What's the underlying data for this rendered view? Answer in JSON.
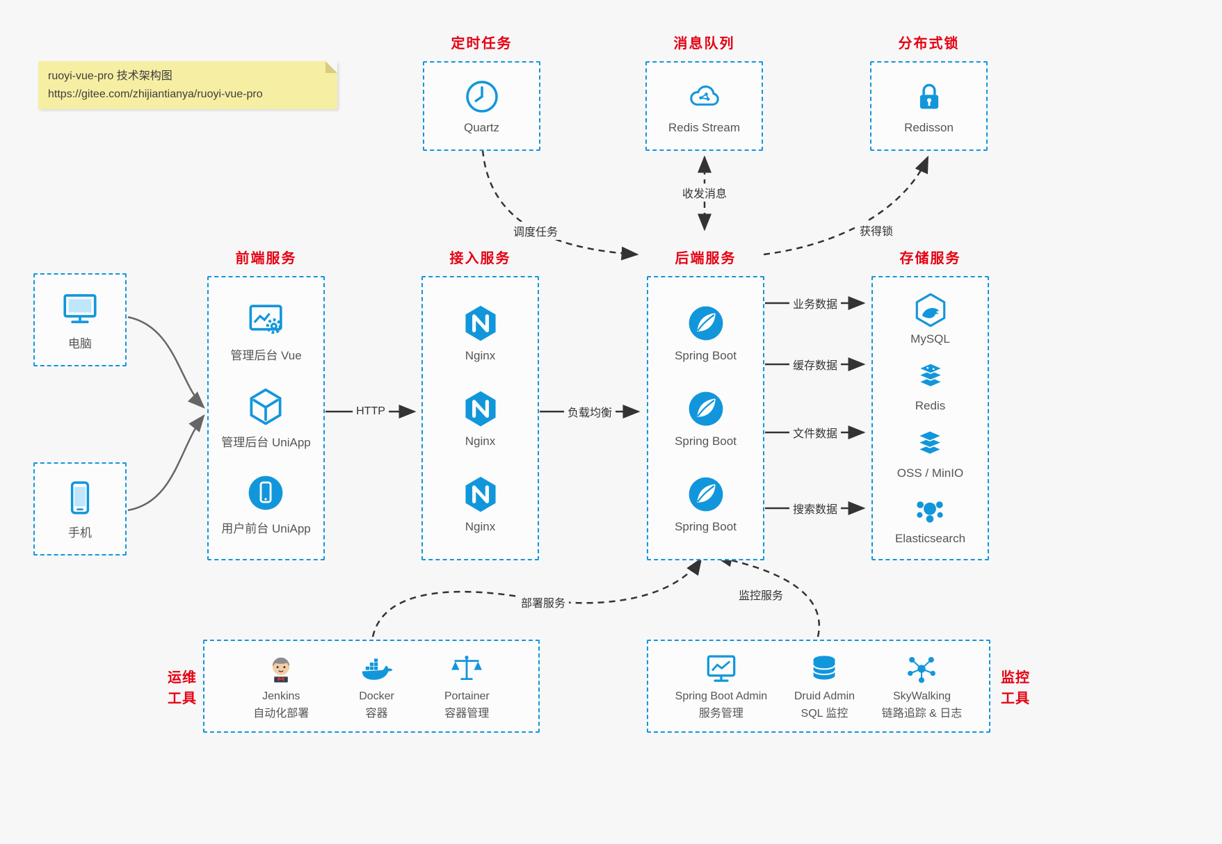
{
  "colors": {
    "accent": "#1296db",
    "title_red": "#e60012",
    "background": "#f7f7f7",
    "note_bg": "#f6efa3"
  },
  "note": {
    "line1": "ruoyi-vue-pro 技术架构图",
    "line2": "https://gitee.com/zhijiantianya/ruoyi-vue-pro"
  },
  "top_services": [
    {
      "title": "定时任务",
      "label": "Quartz",
      "icon": "clock-icon"
    },
    {
      "title": "消息队列",
      "label": "Redis Stream",
      "icon": "cloud-network-icon"
    },
    {
      "title": "分布式锁",
      "label": "Redisson",
      "icon": "lock-icon"
    }
  ],
  "clients": [
    {
      "label": "电脑",
      "icon": "desktop-icon"
    },
    {
      "label": "手机",
      "icon": "phone-icon"
    }
  ],
  "columns": [
    {
      "title": "前端服务",
      "items": [
        {
          "label": "管理后台 Vue",
          "icon": "admin-vue-icon"
        },
        {
          "label": "管理后台 UniApp",
          "icon": "uniapp-icon"
        },
        {
          "label": "用户前台 UniApp",
          "icon": "user-app-icon"
        }
      ]
    },
    {
      "title": "接入服务",
      "items": [
        {
          "label": "Nginx",
          "icon": "nginx-icon"
        },
        {
          "label": "Nginx",
          "icon": "nginx-icon"
        },
        {
          "label": "Nginx",
          "icon": "nginx-icon"
        }
      ]
    },
    {
      "title": "后端服务",
      "items": [
        {
          "label": "Spring Boot",
          "icon": "spring-icon"
        },
        {
          "label": "Spring Boot",
          "icon": "spring-icon"
        },
        {
          "label": "Spring Boot",
          "icon": "spring-icon"
        }
      ]
    },
    {
      "title": "存储服务",
      "items": [
        {
          "label": "MySQL",
          "icon": "mysql-icon"
        },
        {
          "label": "Redis",
          "icon": "redis-icon"
        },
        {
          "label": "OSS / MinIO",
          "icon": "oss-minio-icon"
        },
        {
          "label": "Elasticsearch",
          "icon": "elasticsearch-icon"
        }
      ]
    }
  ],
  "edges": {
    "schedule": "调度任务",
    "message": "收发消息",
    "lock": "获得锁",
    "http": "HTTP",
    "load_balance": "负载均衡",
    "business": "业务数据",
    "cache": "缓存数据",
    "file": "文件数据",
    "search": "搜索数据",
    "deploy": "部署服务",
    "monitor": "监控服务"
  },
  "ops_tools": {
    "label_line1": "运维",
    "label_line2": "工具",
    "items": [
      {
        "name": "Jenkins",
        "desc": "自动化部署",
        "icon": "jenkins-icon"
      },
      {
        "name": "Docker",
        "desc": "容器",
        "icon": "docker-icon"
      },
      {
        "name": "Portainer",
        "desc": "容器管理",
        "icon": "portainer-icon"
      }
    ]
  },
  "monitor_tools": {
    "label_line1": "监控",
    "label_line2": "工具",
    "items": [
      {
        "name": "Spring Boot Admin",
        "desc": "服务管理",
        "icon": "spring-boot-admin-icon"
      },
      {
        "name": "Druid Admin",
        "desc": "SQL 监控",
        "icon": "druid-icon"
      },
      {
        "name": "SkyWalking",
        "desc": "链路追踪 & 日志",
        "icon": "skywalking-icon"
      }
    ]
  }
}
